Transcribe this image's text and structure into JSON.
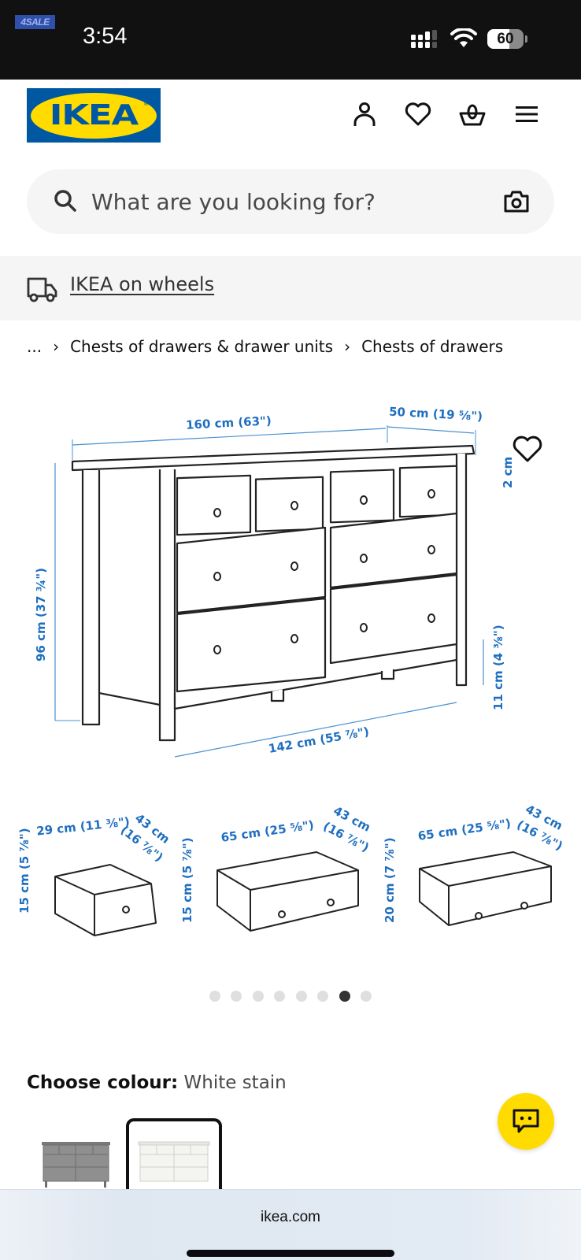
{
  "status_bar": {
    "badge": "4SALE",
    "time": "3:54",
    "battery": "60",
    "icons": [
      "signal-icon",
      "wifi-icon",
      "battery-icon"
    ]
  },
  "header": {
    "logo_text": "IKEA",
    "icons": [
      "user-icon",
      "heart-icon",
      "basket-icon",
      "menu-icon"
    ]
  },
  "search": {
    "placeholder": "What are you looking for?",
    "value": "",
    "icons": [
      "search-icon",
      "camera-icon"
    ]
  },
  "banner": {
    "icon": "truck-icon",
    "link_label": "IKEA on wheels"
  },
  "breadcrumb": {
    "items": [
      "...",
      "Chests of drawers & drawer units",
      "Chests of drawers"
    ],
    "separator": "›"
  },
  "product_image": {
    "alt": "Chest of drawers dimension diagram",
    "dimensions": {
      "width": "160 cm (63\")",
      "depth": "50 cm (19 ⅝\")",
      "top_thickness": "2 cm",
      "height": "96 cm (37 ¾\")",
      "inner_width": "142 cm (55 ⅞\")",
      "leg_height": "11 cm (4 ⅜\")"
    },
    "drawers": [
      {
        "width": "29 cm (11 ⅜\")",
        "depth": "43 cm",
        "depth_in": "(16 ⅞\")",
        "height": "15 cm (5 ⅞\")"
      },
      {
        "width": "65 cm (25 ⅝\")",
        "depth": "43 cm",
        "depth_in": "(16 ⅞\")",
        "height": "15 cm (5 ⅞\")"
      },
      {
        "width": "65 cm (25 ⅝\")",
        "depth": "43 cm",
        "depth_in": "(16 ⅞\")",
        "height": "20 cm (7 ⅞\")"
      }
    ],
    "carousel": {
      "total": 8,
      "active_index": 6
    }
  },
  "colour": {
    "label": "Choose colour:",
    "value": "White stain",
    "swatches": [
      {
        "name": "Grey stain",
        "color": "#8c8c8c",
        "selected": false
      },
      {
        "name": "White stain",
        "color": "#f4f4f1",
        "selected": true
      }
    ]
  },
  "chat": {
    "icon": "chat-icon"
  },
  "browser": {
    "url": "ikea.com"
  },
  "colors": {
    "ikea_blue": "#0058a3",
    "ikea_yellow": "#ffdb00",
    "dimension_blue": "#1f6fc0"
  }
}
